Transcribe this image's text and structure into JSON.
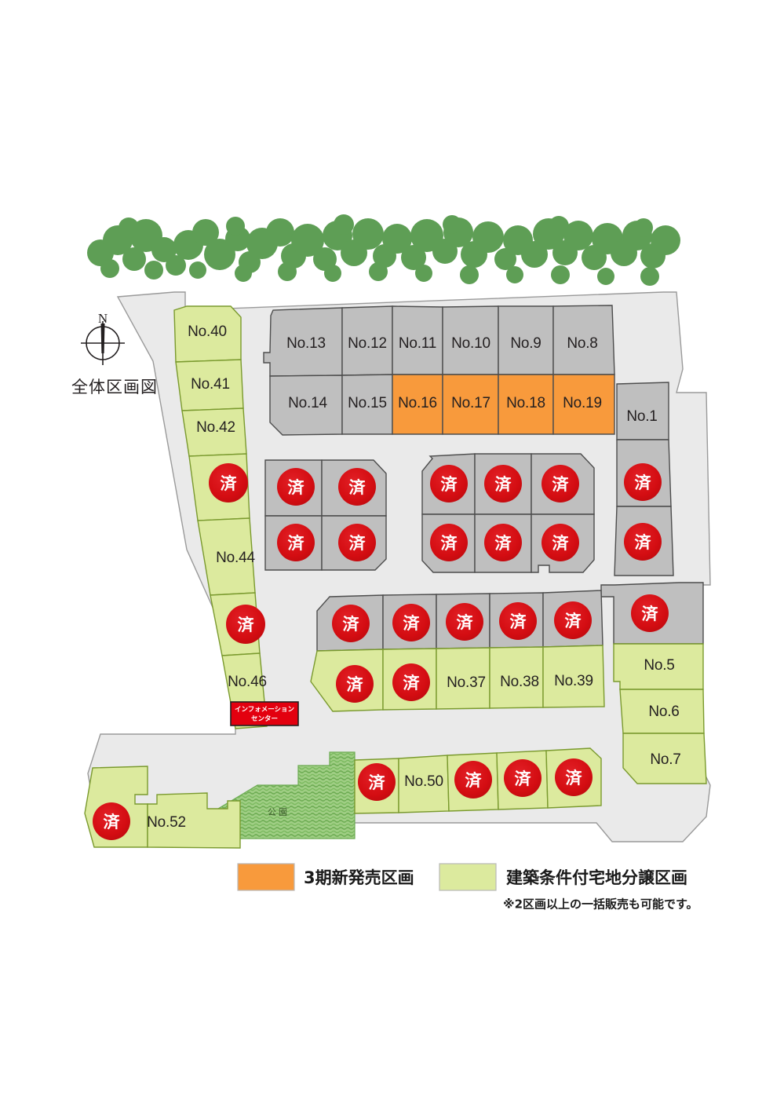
{
  "document": {
    "title": "全体区画図"
  },
  "compass": {
    "north_label": "N",
    "name": "compass-rose"
  },
  "colors": {
    "new_sale_orange": "#F89A3C",
    "conditional_green": "#DCEA9E",
    "sold_gray": "#BFBFBF",
    "sold_badge_red": "#D40D12",
    "road_gray": "#EAEAEA",
    "park_green": "#8BC273",
    "tree_green": "#5E9E55",
    "outline": "#4d4d4d",
    "green_outline": "#7a9a2e",
    "page_background": "#FFFFFF"
  },
  "status_marks": {
    "sold": "済"
  },
  "park": {
    "label": "公園"
  },
  "information_center": {
    "line1": "インフォメーション",
    "line2": "センター"
  },
  "legend": {
    "items": [
      {
        "swatch": "#F89A3C",
        "label": "3期新発売区画"
      },
      {
        "swatch": "#DCEA9E",
        "label": "建築条件付宅地分譲区画"
      }
    ],
    "note": "※2区画以上の一括販売も可能です。"
  },
  "plots": {
    "top_row_north": [
      {
        "id": "No.13",
        "label": "No.13",
        "status": "available",
        "category": "gray"
      },
      {
        "id": "No.12",
        "label": "No.12",
        "status": "available",
        "category": "gray"
      },
      {
        "id": "No.11",
        "label": "No.11",
        "status": "available",
        "category": "gray"
      },
      {
        "id": "No.10",
        "label": "No.10",
        "status": "available",
        "category": "gray"
      },
      {
        "id": "No.9",
        "label": "No.9",
        "status": "available",
        "category": "gray"
      },
      {
        "id": "No.8",
        "label": "No.8",
        "status": "available",
        "category": "gray"
      }
    ],
    "top_row_south": [
      {
        "id": "No.14",
        "label": "No.14",
        "status": "available",
        "category": "gray"
      },
      {
        "id": "No.15",
        "label": "No.15",
        "status": "available",
        "category": "gray"
      },
      {
        "id": "No.16",
        "label": "No.16",
        "status": "new_sale",
        "category": "orange"
      },
      {
        "id": "No.17",
        "label": "No.17",
        "status": "new_sale",
        "category": "orange"
      },
      {
        "id": "No.18",
        "label": "No.18",
        "status": "new_sale",
        "category": "orange"
      },
      {
        "id": "No.19",
        "label": "No.19",
        "status": "new_sale",
        "category": "orange"
      }
    ],
    "west_column": [
      {
        "id": "No.40",
        "label": "No.40",
        "status": "available",
        "category": "green"
      },
      {
        "id": "No.41",
        "label": "No.41",
        "status": "available",
        "category": "green"
      },
      {
        "id": "No.42",
        "label": "No.42",
        "status": "available",
        "category": "green"
      },
      {
        "id": "No.43",
        "label": "済",
        "status": "sold",
        "category": "green"
      },
      {
        "id": "No.44",
        "label": "No.44",
        "status": "available",
        "category": "green"
      },
      {
        "id": "No.45",
        "label": "済",
        "status": "sold",
        "category": "green"
      },
      {
        "id": "No.46",
        "label": "No.46",
        "status": "available",
        "category": "green"
      }
    ],
    "center_west_block": [
      {
        "id": "cw-1",
        "label": "済",
        "status": "sold",
        "category": "gray"
      },
      {
        "id": "cw-2",
        "label": "済",
        "status": "sold",
        "category": "gray"
      },
      {
        "id": "cw-3",
        "label": "済",
        "status": "sold",
        "category": "gray"
      },
      {
        "id": "cw-4",
        "label": "済",
        "status": "sold",
        "category": "gray"
      }
    ],
    "center_east_block": [
      {
        "id": "ce-1",
        "label": "済",
        "status": "sold",
        "category": "gray"
      },
      {
        "id": "ce-2",
        "label": "済",
        "status": "sold",
        "category": "gray"
      },
      {
        "id": "ce-3",
        "label": "済",
        "status": "sold",
        "category": "gray"
      },
      {
        "id": "ce-4",
        "label": "済",
        "status": "sold",
        "category": "gray"
      },
      {
        "id": "ce-5",
        "label": "済",
        "status": "sold",
        "category": "gray"
      },
      {
        "id": "ce-6",
        "label": "済",
        "status": "sold",
        "category": "gray"
      }
    ],
    "east_column": [
      {
        "id": "No.1",
        "label": "No.1",
        "status": "available",
        "category": "gray"
      },
      {
        "id": "No.2",
        "label": "済",
        "status": "sold",
        "category": "gray"
      },
      {
        "id": "No.3",
        "label": "済",
        "status": "sold",
        "category": "gray"
      },
      {
        "id": "No.4",
        "label": "済",
        "status": "sold",
        "category": "gray"
      },
      {
        "id": "No.5",
        "label": "No.5",
        "status": "available",
        "category": "green"
      },
      {
        "id": "No.6",
        "label": "No.6",
        "status": "available",
        "category": "green"
      },
      {
        "id": "No.7",
        "label": "No.7",
        "status": "available",
        "category": "green"
      }
    ],
    "south_row_north": [
      {
        "id": "sn-1",
        "label": "済",
        "status": "sold",
        "category": "gray"
      },
      {
        "id": "sn-2",
        "label": "済",
        "status": "sold",
        "category": "gray"
      },
      {
        "id": "sn-3",
        "label": "済",
        "status": "sold",
        "category": "gray"
      },
      {
        "id": "sn-4",
        "label": "済",
        "status": "sold",
        "category": "gray"
      },
      {
        "id": "sn-5",
        "label": "済",
        "status": "sold",
        "category": "gray"
      }
    ],
    "south_row_south": [
      {
        "id": "No.35",
        "label": "済",
        "status": "sold",
        "category": "green"
      },
      {
        "id": "No.36",
        "label": "済",
        "status": "sold",
        "category": "green"
      },
      {
        "id": "No.37",
        "label": "No.37",
        "status": "available",
        "category": "green"
      },
      {
        "id": "No.38",
        "label": "No.38",
        "status": "available",
        "category": "green"
      },
      {
        "id": "No.39",
        "label": "No.39",
        "status": "available",
        "category": "green"
      }
    ],
    "bottom_row": [
      {
        "id": "No.49",
        "label": "済",
        "status": "sold",
        "category": "green"
      },
      {
        "id": "No.50",
        "label": "No.50",
        "status": "available",
        "category": "green"
      },
      {
        "id": "No.51",
        "label": "済",
        "status": "sold",
        "category": "green"
      },
      {
        "id": "No.48b",
        "label": "済",
        "status": "sold",
        "category": "green"
      },
      {
        "id": "No.47b",
        "label": "済",
        "status": "sold",
        "category": "green"
      }
    ],
    "bottom_left": [
      {
        "id": "No.53",
        "label": "済",
        "status": "sold",
        "category": "green"
      },
      {
        "id": "No.52",
        "label": "No.52",
        "status": "available",
        "category": "green"
      }
    ]
  }
}
